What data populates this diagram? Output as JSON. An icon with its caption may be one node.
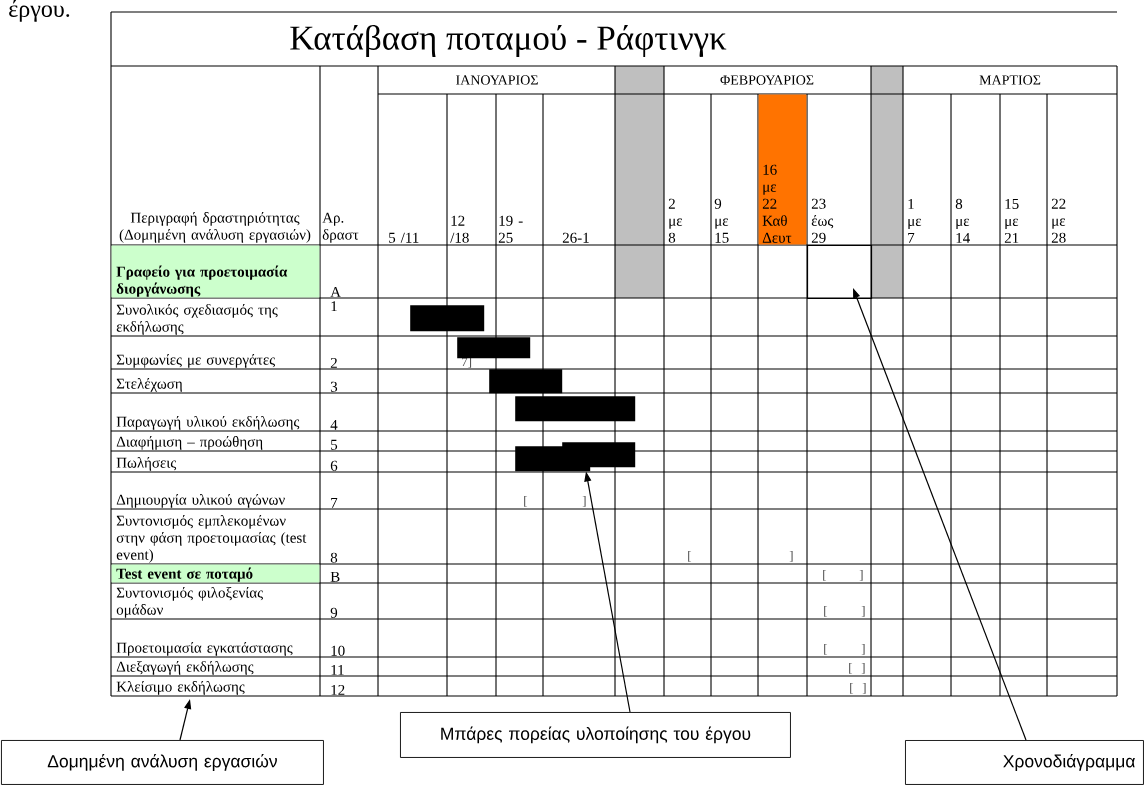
{
  "diagram": {
    "title": "Κατάβαση ποταμού - Ράφτινγκ",
    "nodes": [
      {
        "text": [],
        "shape": "box"
      },
      {
        "text": [],
        "shape": "bar"
      },
      {
        "text": [],
        "shape": "bar"
      },
      {
        "text": [],
        "shape": "bar"
      },
      {
        "text": [],
        "shape": "bar"
      },
      {
        "text": [],
        "shape": "bar"
      },
      {
        "text": [],
        "shape": "bar"
      },
      {
        "text": [
          "Κλείσιμο εκδήλωσης"
        ]
      },
      {
        "text": [
          "Δομημένη ανάλυση εργασιών"
        ]
      },
      {
        "text": [
          "Μπάρες πορείας υλοποίησης του έργου"
        ]
      },
      {
        "text": [
          "Χρονοδιάγραμμα"
        ]
      }
    ],
    "edges": [
      {
        "from": 8,
        "to": 7,
        "arrow": "to"
      },
      {
        "from": 9,
        "to": 6,
        "arrow": "to"
      },
      {
        "from": 10,
        "to": 0,
        "arrow": "to"
      }
    ],
    "labels": [
      "έργου.",
      "ΙΑΝΟΥΑΡΙΟΣ",
      "ΦΕΒΡΟΥΑΡΙΟΣ",
      "ΜΑΡΤΙΟΣ",
      "Περιγραφή δραστηριότητας (Δομημένη ανάλυση εργασιών)",
      "Αρ. δραστ",
      "5 /11",
      "12 /18",
      "19 - 25",
      "26-1",
      "2 με 8",
      "9 με 15",
      "16 με 22 Καθ Δευτ",
      "23 έως 29",
      "1 με 7",
      "8 με 14",
      "15 με 21",
      "22 με 28",
      "Γραφείο για προετοιμασία διοργάνωσης",
      "Α",
      "Συνολικός σχεδιασμός της εκδήλωσης",
      "1",
      "Συμφωνίες με συνεργάτες",
      "2",
      "7]",
      "Στελέχωση",
      "3",
      "Παραγωγή υλικού εκδήλωσης",
      "4",
      "Διαφήμιση – προώθηση",
      "5",
      "Πωλήσεις",
      "6",
      "Δημιουργία υλικού αγώνων",
      "7",
      "[",
      "]",
      "Συντονισμός εμπλεκομένων στην φάση προετοιμασίας (test event)",
      "8",
      "[",
      "]",
      "Test event σε ποταμό",
      "Β",
      "[",
      "]",
      "Συντονισμός φιλοξενίας ομάδων",
      "9",
      "[",
      "]",
      "Προετοιμασία εγκατάστασης",
      "10",
      "[",
      "]",
      "Διεξαγωγή εκδήλωσης",
      "11",
      "[",
      "]",
      "12",
      "[",
      "]"
    ]
  }
}
